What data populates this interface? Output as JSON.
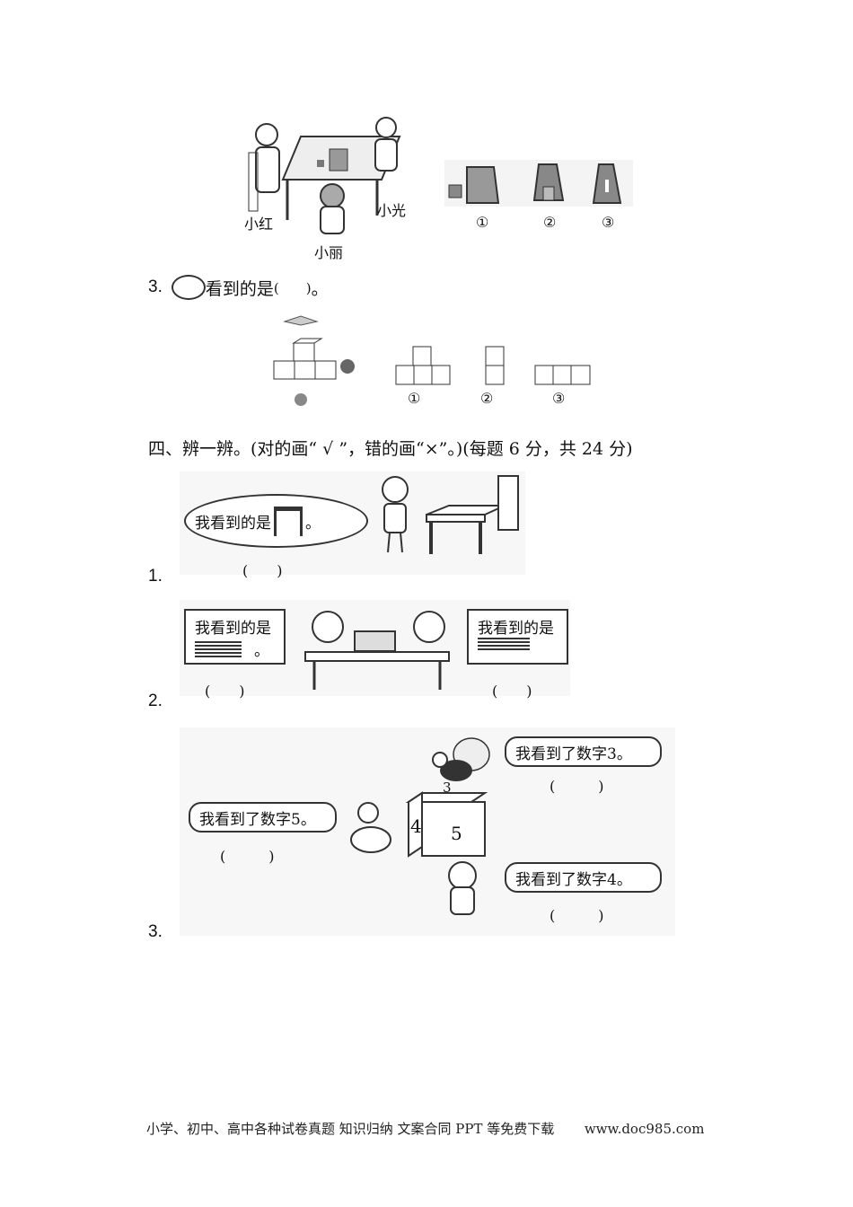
{
  "scene1": {
    "names": [
      "小红",
      "小光",
      "小丽"
    ],
    "options": [
      "①",
      "②",
      "③"
    ]
  },
  "q3": {
    "number": "3.",
    "text": "看到的是",
    "blank": "(　　)",
    "end": "。",
    "options": [
      "①",
      "②",
      "③"
    ]
  },
  "section4": {
    "heading": "四、辨一辨。(对的画“ √ ”，错的画“×”。)(每题 6 分，共 24 分)",
    "items": [
      {
        "number": "1.",
        "bubble_pre": "我看到的是",
        "bubble_post": "。",
        "blank": "(　　)"
      },
      {
        "number": "2.",
        "bubble_left": "我看到的是",
        "bubble_left_end": "。",
        "bubble_right": "我看到的是",
        "blank_left": "(　　)",
        "blank_right": "(　　)"
      },
      {
        "number": "3.",
        "bee": "我看到了数字3。",
        "duck": "我看到了数字5。",
        "cat": "我看到了数字4。",
        "blank": "(　　　)",
        "cube_faces": [
          "3",
          "4",
          "5"
        ]
      }
    ]
  },
  "footer": {
    "text": "小学、初中、高中各种试卷真题  知识归纳  文案合同  PPT 等免费下载",
    "url": "www.doc985.com"
  }
}
